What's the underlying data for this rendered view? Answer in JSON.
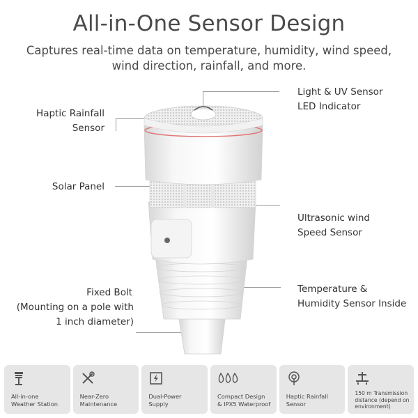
{
  "title": "All-in-One Sensor Design",
  "subtitle_line1": "Captures real-time data on temperature, humidity, wind speed,",
  "subtitle_line2": "wind direction, rainfall, and more.",
  "labels": {
    "light_uv_1": "Light & UV Sensor",
    "light_uv_2": "LED Indicator",
    "haptic_1": "Haptic Rainfall",
    "haptic_2": "Sensor",
    "solar": "Solar Panel",
    "ultrasonic_1": "Ultrasonic wind",
    "ultrasonic_2": "Speed Sensor",
    "bolt_1": "Fixed Bolt",
    "bolt_2": "(Mounting on a pole with",
    "bolt_3": "1 inch diameter)",
    "temp_1": "Temperature &",
    "temp_2": "Humidity Sensor Inside"
  },
  "features": [
    {
      "icon": "weather-station-icon",
      "text": "All-in-one\nWeather Station"
    },
    {
      "icon": "tools-icon",
      "text": "Near-Zero\nMaintenance"
    },
    {
      "icon": "dual-power-icon",
      "text": "Dual-Power\nSupply"
    },
    {
      "icon": "water-drops-icon",
      "text": "Compact Design\n& IPX5 Waterproof"
    },
    {
      "icon": "rain-sensor-icon",
      "text": "Haptic Rainfall\nSensor"
    },
    {
      "icon": "transmission-icon",
      "text": "150 m Transmission\ndistance (depend on\nenvironment)"
    }
  ],
  "colors": {
    "accent_ring": "#e07a7a",
    "tile_bg": "#e6e6e6",
    "icon": "#555555"
  }
}
